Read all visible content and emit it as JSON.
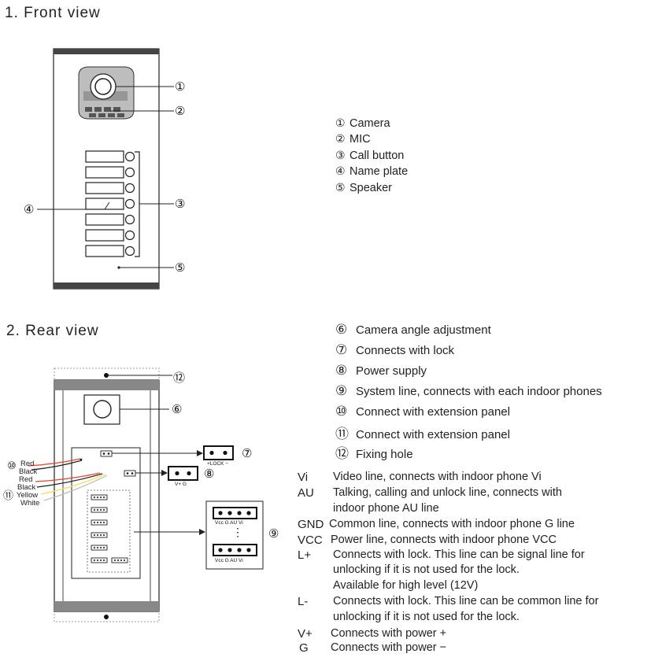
{
  "front": {
    "heading": "1.  Front view",
    "callouts": [
      "①",
      "②",
      "③",
      "④",
      "⑤"
    ],
    "legend": [
      {
        "num": "①",
        "label": "Camera"
      },
      {
        "num": "②",
        "label": "MIC"
      },
      {
        "num": "③",
        "label": "Call button"
      },
      {
        "num": "④",
        "label": "Name plate"
      },
      {
        "num": "⑤",
        "label": "Speaker"
      }
    ]
  },
  "rear": {
    "heading": "2.  Rear view",
    "callouts": {
      "c6": "⑥",
      "c7": "⑦",
      "c8": "⑧",
      "c9": "⑨",
      "c10": "⑩",
      "c11": "⑪",
      "c12": "⑫"
    },
    "wires_top": [
      "Red",
      "Black"
    ],
    "wires_bottom": [
      "Red",
      "Black",
      "Yellow",
      "White"
    ],
    "terminals": {
      "lock": "+LOCK −",
      "power": "V+  G",
      "system": "Vcc  G  AU  Vi",
      "dots": "⋮"
    },
    "items": [
      {
        "num": "⑥",
        "label": "Camera angle adjustment"
      },
      {
        "num": "⑦",
        "label": "Connects with lock"
      },
      {
        "num": "⑧",
        "label": "Power supply"
      },
      {
        "num": "⑨",
        "label": "System line, connects with each indoor phones"
      },
      {
        "num": "⑩",
        "label": "Connect with extension panel"
      },
      {
        "num": "⑪",
        "label": "Connect with extension panel"
      },
      {
        "num": "⑫",
        "label": "Fixing hole"
      }
    ]
  },
  "lines": [
    {
      "abbr": "Vi",
      "text": [
        "Video line, connects with indoor phone Vi"
      ]
    },
    {
      "abbr": "AU",
      "text": [
        "Talking,  calling and unlock line,  connects with",
        "indoor phone AU line"
      ]
    },
    {
      "abbr": "GND",
      "text": [
        "Common line, connects with indoor phone G line"
      ]
    },
    {
      "abbr": "VCC",
      "text": [
        "Power line, connects with indoor phone VCC"
      ]
    },
    {
      "abbr": "L+",
      "text": [
        "Connects with lock. This line can be signal line for",
        "unlocking if it is not used for the lock.",
        "Available for high level (12V)"
      ]
    },
    {
      "abbr": "L-",
      "text": [
        "Connects with lock. This line can be common line for",
        "unlocking if it is not used for the lock."
      ]
    },
    {
      "abbr": "V+",
      "text": [
        "Connects with power +"
      ]
    },
    {
      "abbr": "G",
      "text": [
        "Connects with power −"
      ]
    }
  ]
}
